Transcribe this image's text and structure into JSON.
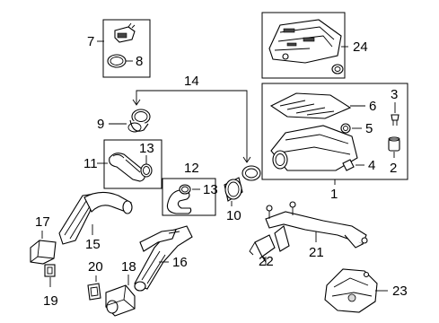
{
  "diagram": {
    "callouts": {
      "c1": "1",
      "c2": "2",
      "c3": "3",
      "c4": "4",
      "c5": "5",
      "c6": "6",
      "c7": "7",
      "c8": "8",
      "c9": "9",
      "c10": "10",
      "c11": "11",
      "c12": "12",
      "c13a": "13",
      "c13b": "13",
      "c14": "14",
      "c15": "15",
      "c16": "16",
      "c17": "17",
      "c18": "18",
      "c19": "19",
      "c20": "20",
      "c21": "21",
      "c22": "22",
      "c23": "23",
      "c24": "24"
    }
  }
}
